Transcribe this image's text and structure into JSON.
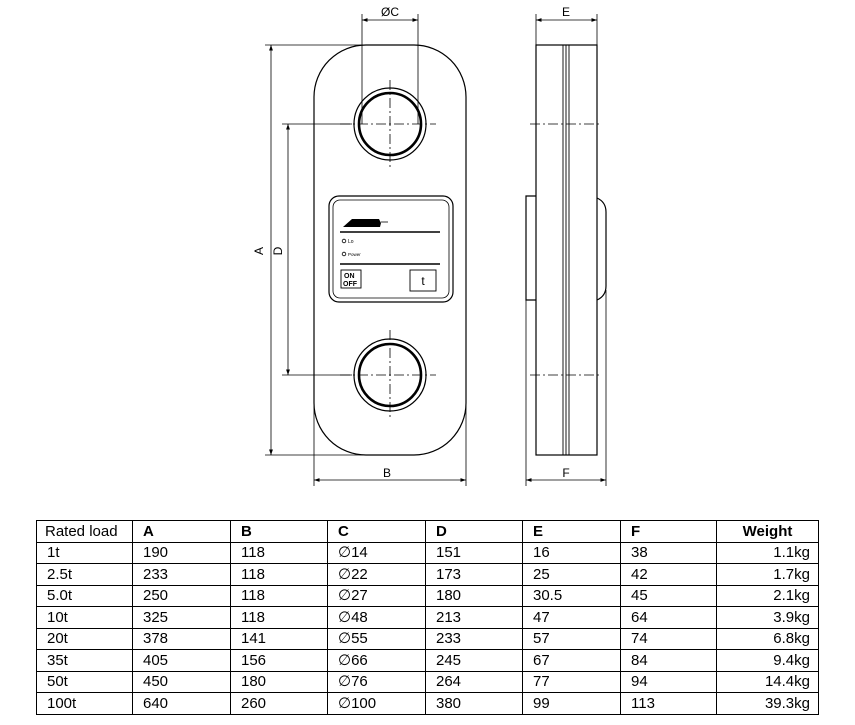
{
  "drawing": {
    "dim_c": "ØC",
    "dim_e": "E",
    "dim_a": "A",
    "dim_d": "D",
    "dim_b": "B",
    "dim_f": "F",
    "panel": {
      "lbl_led": "Lo",
      "lbl_power": "Power",
      "on_label": "ON",
      "off_label": "OFF",
      "key_glyph": "t"
    }
  },
  "table": {
    "headers": [
      "Rated load",
      "A",
      "B",
      "C",
      "D",
      "E",
      "F",
      "Weight"
    ],
    "rows": [
      [
        "1t",
        "190",
        "118",
        "∅14",
        "151",
        "16",
        "38",
        "1.1kg"
      ],
      [
        "2.5t",
        "233",
        "118",
        "∅22",
        "173",
        "25",
        "42",
        "1.7kg"
      ],
      [
        "5.0t",
        "250",
        "118",
        "∅27",
        "180",
        "30.5",
        "45",
        "2.1kg"
      ],
      [
        "10t",
        "325",
        "118",
        "∅48",
        "213",
        "47",
        "64",
        "3.9kg"
      ],
      [
        "20t",
        "378",
        "141",
        "∅55",
        "233",
        "57",
        "74",
        "6.8kg"
      ],
      [
        "35t",
        "405",
        "156",
        "∅66",
        "245",
        "67",
        "84",
        "9.4kg"
      ],
      [
        "50t",
        "450",
        "180",
        "∅76",
        "264",
        "77",
        "94",
        "14.4kg"
      ],
      [
        "100t",
        "640",
        "260",
        "∅100",
        "380",
        "99",
        "113",
        "39.3kg"
      ]
    ]
  }
}
